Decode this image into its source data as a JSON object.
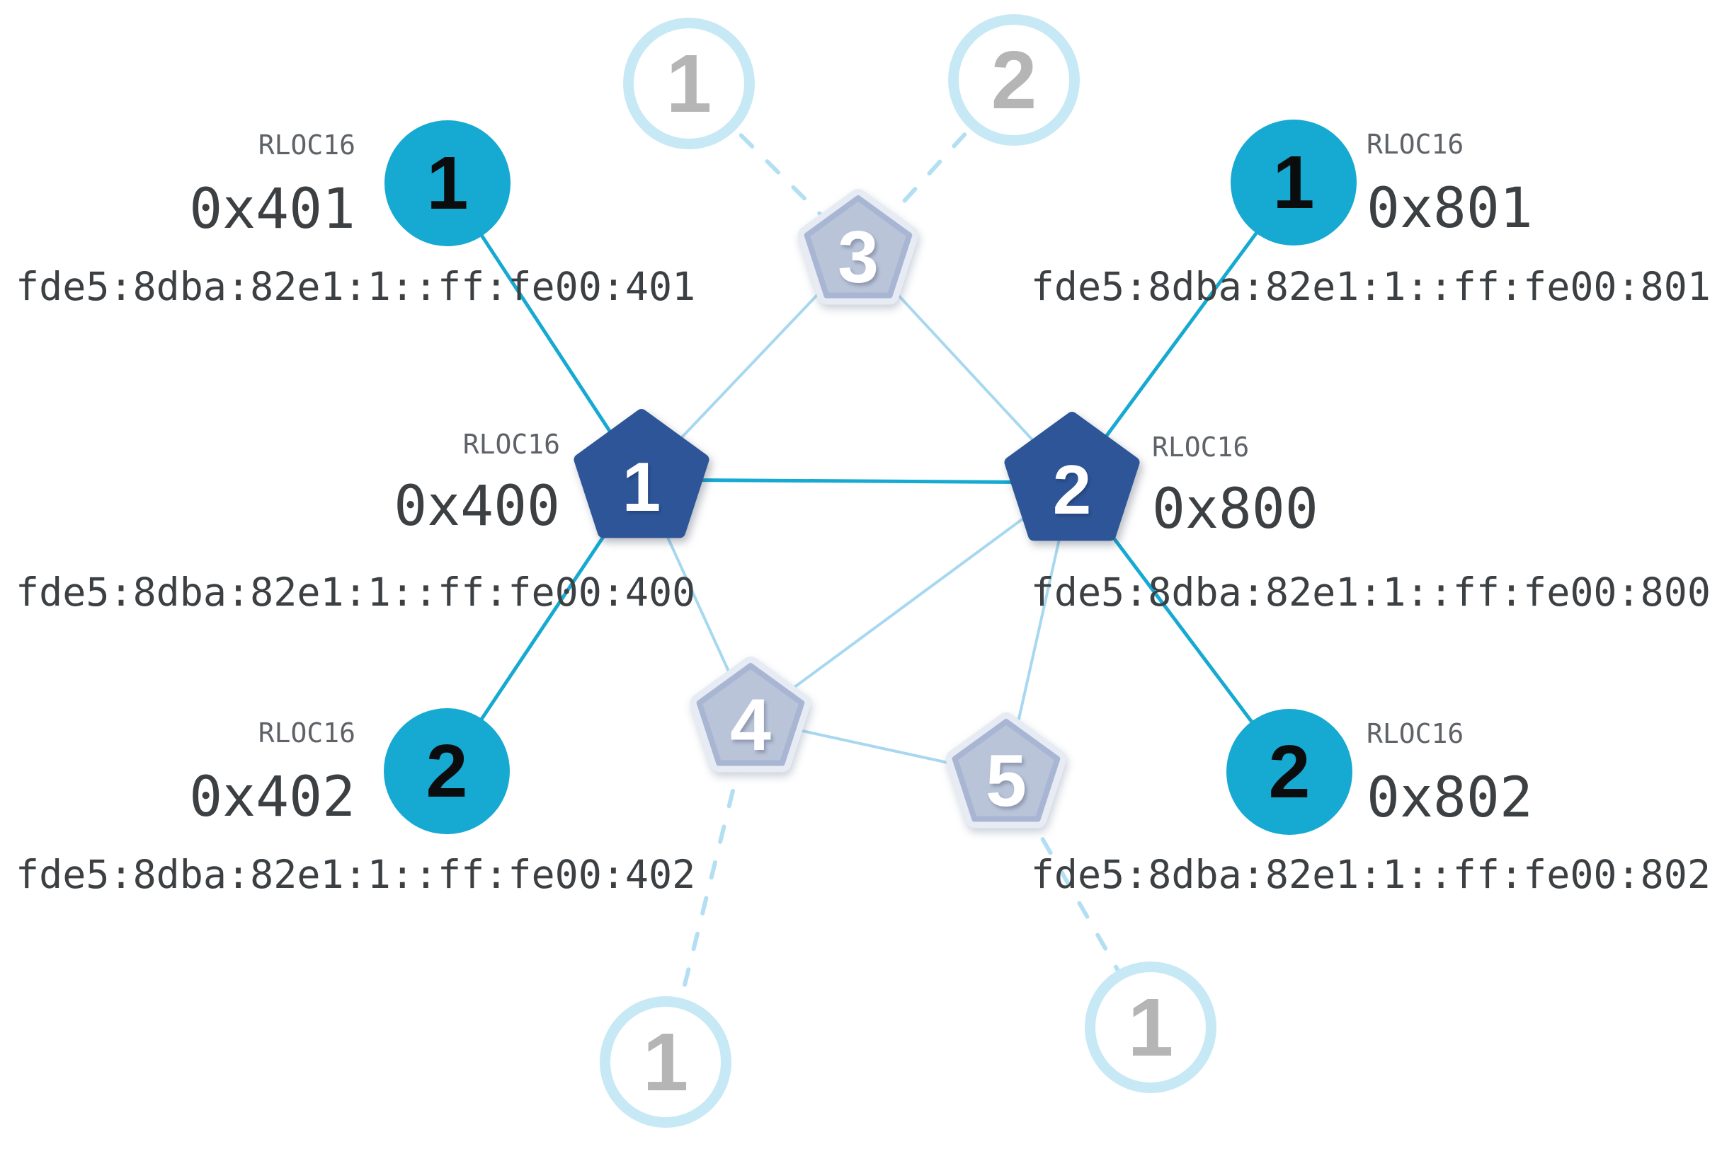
{
  "colors": {
    "teal": "#16a9d1",
    "navy": "#2d5598",
    "router_fill": "#b9c4d9",
    "router_edge": "#a9b6d3",
    "router_halo": "#e7ebf3",
    "link_child": "#16a9d1",
    "link_router": "#a7d8ef",
    "link_dashed": "#b3dff3",
    "faded_ring": "#c7e9f5",
    "faded_number": "#b5b5b5",
    "text_dark": "#3c4043",
    "text_caption": "#5f6368"
  },
  "nodes": {
    "leaders": [
      {
        "label": "1",
        "rloc_caption": "RLOC16",
        "rloc16": "0x400",
        "ipv6": "fde5:8dba:82e1:1::ff:fe00:400"
      },
      {
        "label": "2",
        "rloc_caption": "RLOC16",
        "rloc16": "0x800",
        "ipv6": "fde5:8dba:82e1:1::ff:fe00:800"
      }
    ],
    "routers": [
      {
        "label": "3"
      },
      {
        "label": "4"
      },
      {
        "label": "5"
      }
    ],
    "children": [
      {
        "label": "1",
        "rloc_caption": "RLOC16",
        "rloc16": "0x401",
        "ipv6": "fde5:8dba:82e1:1::ff:fe00:401"
      },
      {
        "label": "1",
        "rloc_caption": "RLOC16",
        "rloc16": "0x801",
        "ipv6": "fde5:8dba:82e1:1::ff:fe00:801"
      },
      {
        "label": "2",
        "rloc_caption": "RLOC16",
        "rloc16": "0x402",
        "ipv6": "fde5:8dba:82e1:1::ff:fe00:402"
      },
      {
        "label": "2",
        "rloc_caption": "RLOC16",
        "rloc16": "0x802",
        "ipv6": "fde5:8dba:82e1:1::ff:fe00:802"
      }
    ],
    "inactive_children": [
      {
        "label": "1"
      },
      {
        "label": "2"
      },
      {
        "label": "1"
      },
      {
        "label": "1"
      }
    ]
  }
}
